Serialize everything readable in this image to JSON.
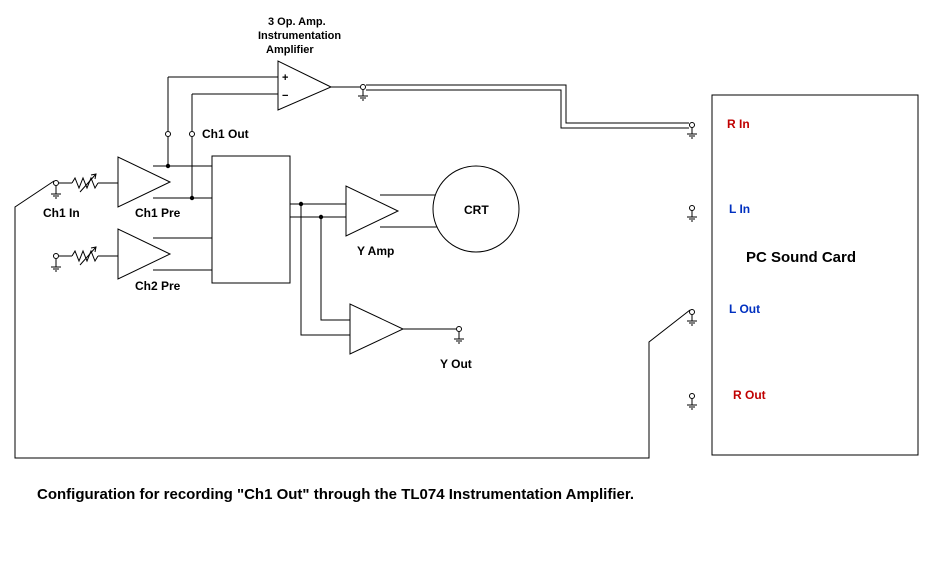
{
  "labels": {
    "ia_title_line1": "3 Op. Amp.",
    "ia_title_line2": "Instrumentation",
    "ia_title_line3": "Amplifier",
    "plus": "+",
    "minus": "−",
    "ch1_out": "Ch1 Out",
    "ch1_in": "Ch1 In",
    "ch1_pre": "Ch1 Pre",
    "ch2_pre": "Ch2 Pre",
    "crt": "CRT",
    "y_amp": "Y Amp",
    "y_out": "Y Out",
    "pc_sound_card": "PC Sound Card",
    "r_in": "R In",
    "l_in": "L In",
    "l_out": "L Out",
    "r_out": "R Out"
  },
  "caption": "Configuration for recording \"Ch1 Out\" through the TL074 Instrumentation Amplifier.",
  "colors": {
    "r_channel": "#c00000",
    "l_channel": "#0030c0",
    "line": "#000000"
  }
}
